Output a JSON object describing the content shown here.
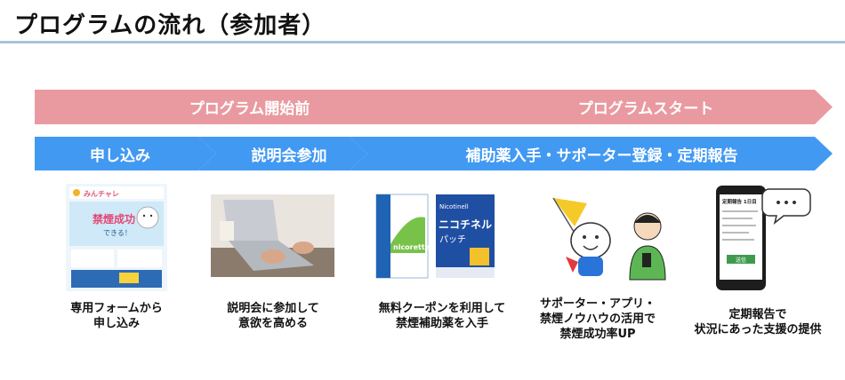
{
  "title": "プログラムの流れ（参加者）",
  "phases": [
    {
      "label": "プログラム開始前"
    },
    {
      "label": "プログラムスタート"
    }
  ],
  "steps": [
    {
      "label": "申し込み"
    },
    {
      "label": "説明会参加"
    },
    {
      "label": "補助薬入手・サポーター登録・定期報告"
    }
  ],
  "cards": [
    {
      "caption": [
        "専用フォームから",
        "申し込み"
      ],
      "flyer": {
        "brand": "みんチャレ",
        "tagline": "禁煙成功",
        "sub": "できる！"
      }
    },
    {
      "caption": [
        "説明会に参加して",
        "意欲を高める"
      ]
    },
    {
      "caption": [
        "無料クーポンを利用して",
        "禁煙補助薬を入手"
      ],
      "products": {
        "a": "nicorette",
        "b_brand": "Nicotinell",
        "b_name": "ニコチネル",
        "b_sub": "パッチ"
      }
    },
    {
      "caption": [
        "サポーター・アプリ・",
        "禁煙ノウハウの活用で",
        "禁煙成功率UP"
      ]
    },
    {
      "caption": [
        "定期報告で",
        "状況にあった支援の提供"
      ],
      "phone": {
        "header": "定期報告 1日目",
        "button": "送信"
      }
    }
  ],
  "colors": {
    "pink": "#e99aa0",
    "blue": "#4199f2",
    "rule": "#a9c3dc"
  }
}
